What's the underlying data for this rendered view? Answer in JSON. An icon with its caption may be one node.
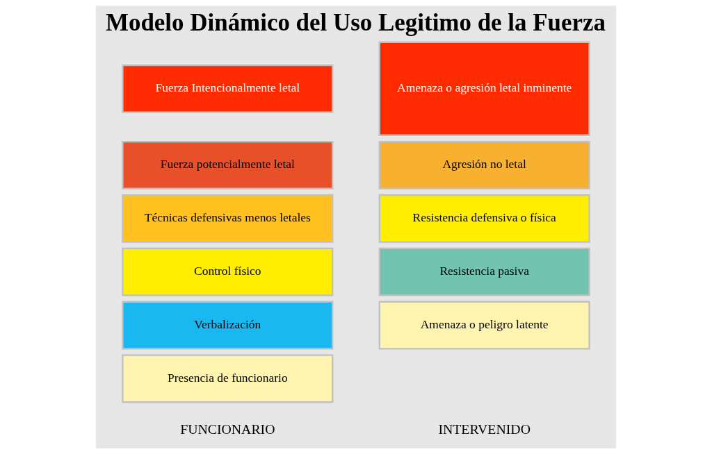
{
  "diagram": {
    "title": "Modelo Dinámico del Uso Legitimo de la Fuerza",
    "nodes": [
      {
        "text": [
          "Fuerza Intencionalmente letal"
        ]
      },
      {
        "text": [
          "Fuerza potencialmente letal"
        ]
      },
      {
        "text": [
          "Técnicas defensivas menos letales"
        ]
      },
      {
        "text": [
          "Control físico"
        ]
      },
      {
        "text": [
          "Verbalización"
        ]
      },
      {
        "text": [
          "Presencia de funcionario"
        ]
      },
      {
        "text": [
          "Amenaza o agresión letal inminente"
        ]
      },
      {
        "text": [
          "Agresión no letal"
        ]
      },
      {
        "text": [
          "Resistencia defensiva o física"
        ]
      },
      {
        "text": [
          "Resistencia pasiva"
        ]
      },
      {
        "text": [
          "Amenaza o peligro latente"
        ]
      }
    ],
    "edges": [],
    "labels": [
      "FUNCIONARIO",
      "INTERVENIDO"
    ]
  }
}
